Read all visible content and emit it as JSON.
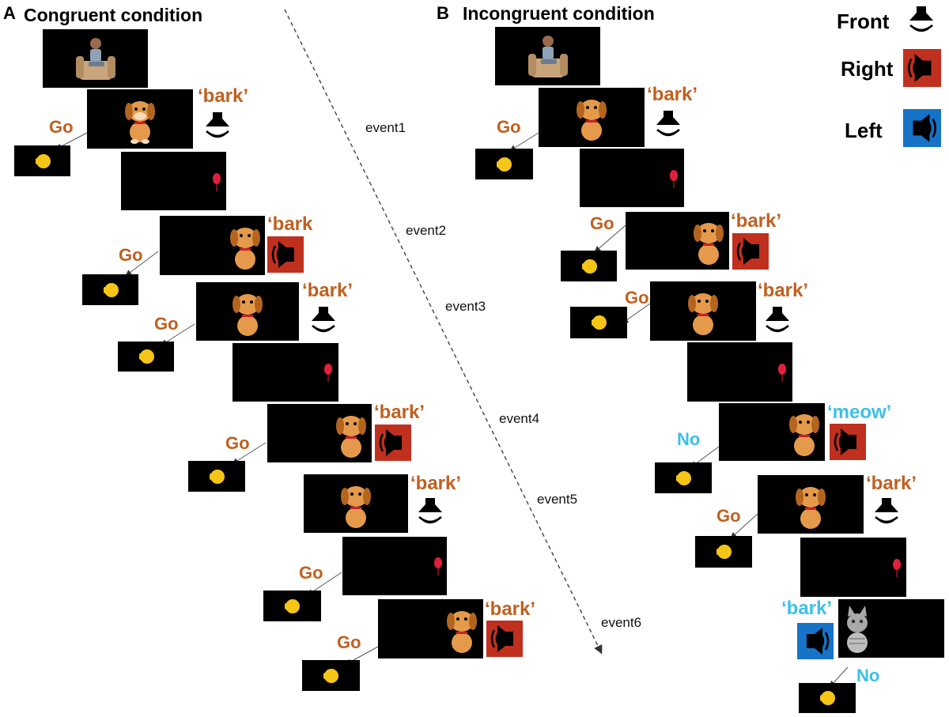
{
  "panels": [
    {
      "letter": "A",
      "title": "Congruent condition"
    },
    {
      "letter": "B",
      "title": "Incongruent condition"
    }
  ],
  "legend": [
    {
      "label": "Front",
      "icon": "front-speaker-icon"
    },
    {
      "label": "Right",
      "icon": "right-speaker-icon",
      "color": "#c0301f"
    },
    {
      "label": "Left",
      "icon": "left-speaker-icon",
      "color": "#1673c8"
    }
  ],
  "events": [
    "event1",
    "event2",
    "event3",
    "event4",
    "event5",
    "event6"
  ],
  "sounds": {
    "bark": "‘bark’",
    "bark_cut": "‘bark",
    "meow": "‘meow’"
  },
  "responses": {
    "go": "Go",
    "no": "No"
  },
  "colors": {
    "go": "#c0601f",
    "bark": "#c0601f",
    "no": "#3cc0e8",
    "meow": "#3cc0e8",
    "right": "#c0301f",
    "left": "#1673c8"
  }
}
